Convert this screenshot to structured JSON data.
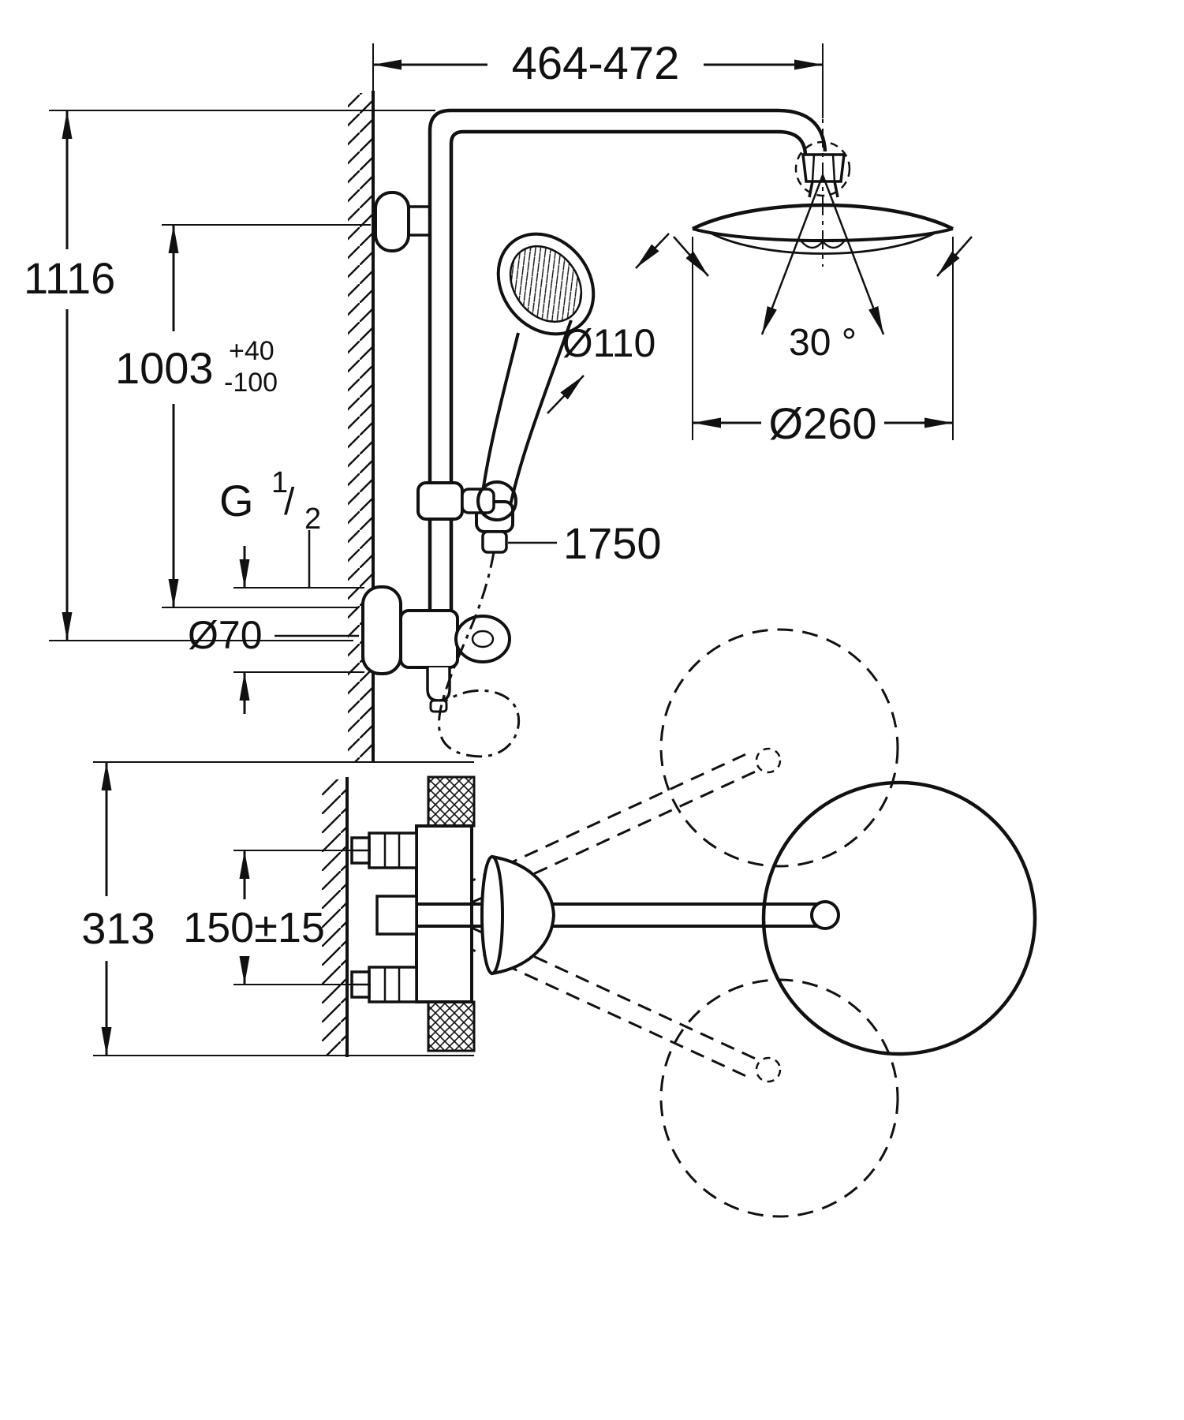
{
  "diagram": {
    "type": "technical-dimension-drawing",
    "subject": "shower-system-with-head-shower-hand-shower-and-thermostat",
    "colors": {
      "line": "#111111",
      "background": "#ffffff"
    },
    "labels": {
      "width_range": "464-472",
      "height_total": "1116",
      "height_rail": "1003",
      "height_rail_tol_plus": "+40",
      "height_rail_tol_minus": "-100",
      "thread_letter": "G",
      "thread_numerator": "1",
      "thread_slash": "/",
      "thread_denominator": "2",
      "escutcheon_dia": "Ø70",
      "handshower_dia": "Ø110",
      "swivel_angle": "30 °",
      "headshower_dia": "Ø260",
      "hose_length": "1750",
      "valve_height": "313",
      "connection_spacing": "150±15"
    }
  }
}
